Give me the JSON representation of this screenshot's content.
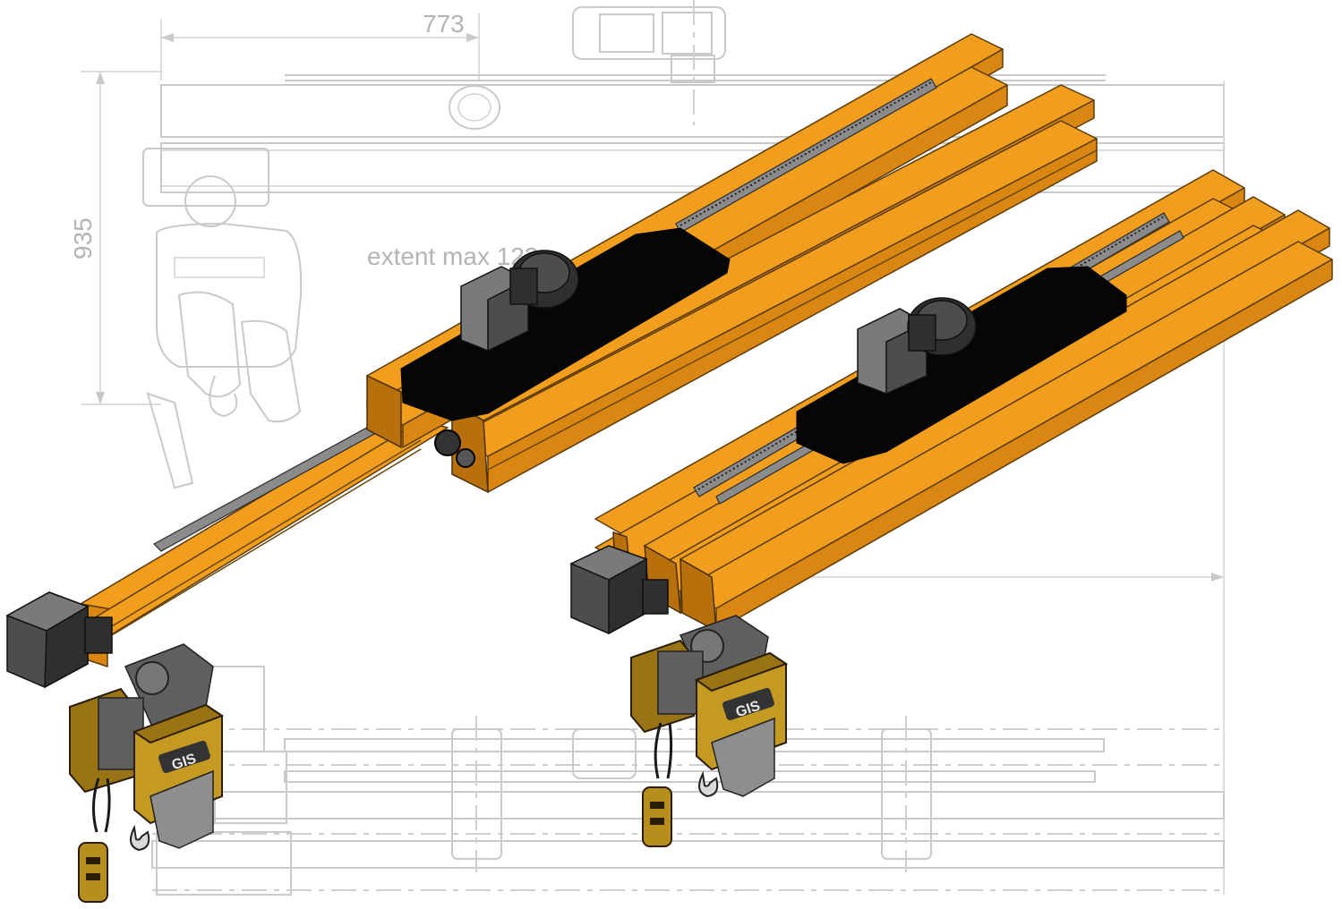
{
  "drawing": {
    "dimension_width": "773",
    "dimension_height": "935",
    "extent_label": "extent max 123"
  },
  "hoist_logo": "GIS",
  "colors": {
    "beam": "#f19e1f",
    "carriage": "#060606",
    "motor": "#4d4d4d",
    "hoist_body": "#c59a22",
    "background_drawing": "#c9c9c9"
  }
}
